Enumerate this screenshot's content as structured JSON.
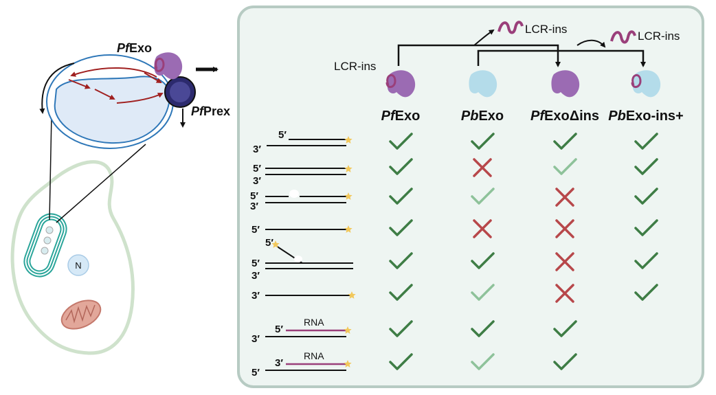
{
  "cell": {
    "nucleus_label": "N",
    "exo_label_italic": "Pf",
    "exo_label_rest": "Exo",
    "prex_label_italic": "Pf",
    "prex_label_rest": "Prex"
  },
  "insertion": {
    "label_left": "LCR-ins",
    "label_top": "LCR-ins",
    "label_right": "LCR-ins"
  },
  "enzymes": [
    {
      "italic": "Pf",
      "rest": "Exo",
      "color": "#9b6bb3"
    },
    {
      "italic": "Pb",
      "rest": "Exo",
      "color": "#b4dcea"
    },
    {
      "italic": "Pf",
      "rest": "ExoΔins",
      "color": "#9b6bb3"
    },
    {
      "italic": "Pb",
      "rest": "Exo-ins+",
      "color": "#b4dcea"
    }
  ],
  "substrates": [
    {
      "id": "ds-5-overhang",
      "labels": {
        "a": "5′",
        "b": "3′"
      },
      "results": [
        "check",
        "check",
        "check",
        "check"
      ]
    },
    {
      "id": "ds-blunt",
      "labels": {
        "a": "5′",
        "b": "3′"
      },
      "results": [
        "check",
        "cross",
        "weak",
        "check"
      ]
    },
    {
      "id": "ds-nicked",
      "labels": {
        "a": "5′",
        "b": "3′"
      },
      "results": [
        "check",
        "weak",
        "cross",
        "check"
      ]
    },
    {
      "id": "ss-5",
      "labels": {
        "a": "5′"
      },
      "results": [
        "check",
        "cross",
        "cross",
        "check"
      ]
    },
    {
      "id": "ds-flap",
      "labels": {
        "a": "5′",
        "b": "5′",
        "c": "3′"
      },
      "results": [
        "check",
        "check",
        "cross",
        "check"
      ]
    },
    {
      "id": "ss-3",
      "labels": {
        "a": "3′"
      },
      "results": [
        "check",
        "weak",
        "cross",
        "check"
      ]
    },
    {
      "id": "rna-dna-1",
      "labels": {
        "a": "5′",
        "b": "3′",
        "rna": "RNA"
      },
      "results": [
        "check",
        "check",
        "check",
        ""
      ]
    },
    {
      "id": "rna-dna-2",
      "labels": {
        "a": "3′",
        "b": "5′",
        "rna": "RNA"
      },
      "results": [
        "check",
        "weak",
        "check",
        ""
      ]
    }
  ],
  "colors": {
    "check": "#3e7d45",
    "weak": "#8ec29a",
    "cross": "#b7474a",
    "panel_bg": "#eef5f2",
    "panel_border": "#b7cbc3",
    "rna": "#9a3f7a",
    "star": "#f2c85b"
  }
}
